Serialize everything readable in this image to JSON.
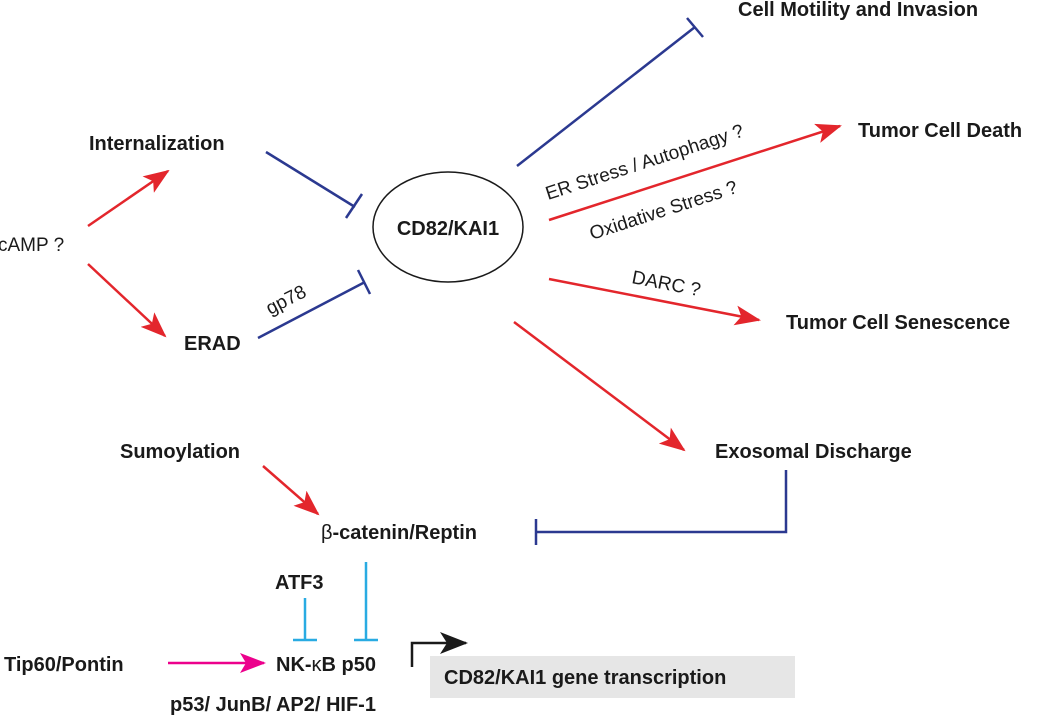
{
  "nodes": {
    "center": "CD82/KAI1",
    "camp": "cAMP ?",
    "internalization": "Internalization",
    "erad": "ERAD",
    "motility": "Cell Motility and Invasion",
    "death": "Tumor Cell Death",
    "senescence": "Tumor Cell Senescence",
    "exosomal": "Exosomal Discharge",
    "sumoylation": "Sumoylation",
    "beta_symbol": "β",
    "beta_rest": "-catenin/Reptin",
    "atf3": "ATF3",
    "tip60": "Tip60/Pontin",
    "nfkb_prefix": "NK-",
    "kappa": "κ",
    "nfkb_suffix": "B p50",
    "factors": "p53/ JunB/ AP2/ HIF-1",
    "transcription": "CD82/KAI1 gene transcription"
  },
  "edge_labels": {
    "gp78": "gp78",
    "er_stress": "ER Stress / Autophagy ?",
    "oxidative": "Oxidative Stress ?",
    "darc": "DARC ?"
  },
  "colors": {
    "activation": "#e3262c",
    "inhibition": "#2b3990",
    "inhibition_light": "#29abe2",
    "tip60_arrow": "#ec008c",
    "text": "#1a1a1a",
    "box_fill": "#e6e6e6"
  }
}
